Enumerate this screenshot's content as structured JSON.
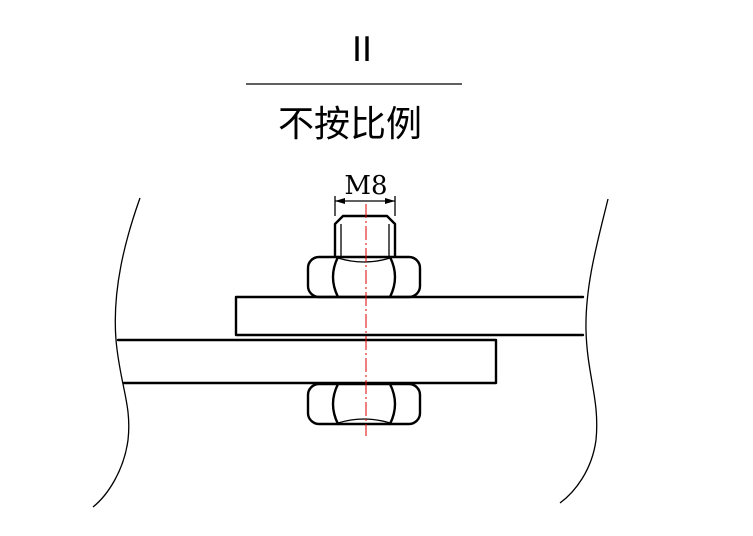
{
  "view": {
    "label": "II",
    "scale_note": "不按比例"
  },
  "dimension": {
    "thread_size": "M8"
  },
  "colors": {
    "lines": "#000000",
    "centerline": "#e00000",
    "background": "#ffffff"
  }
}
